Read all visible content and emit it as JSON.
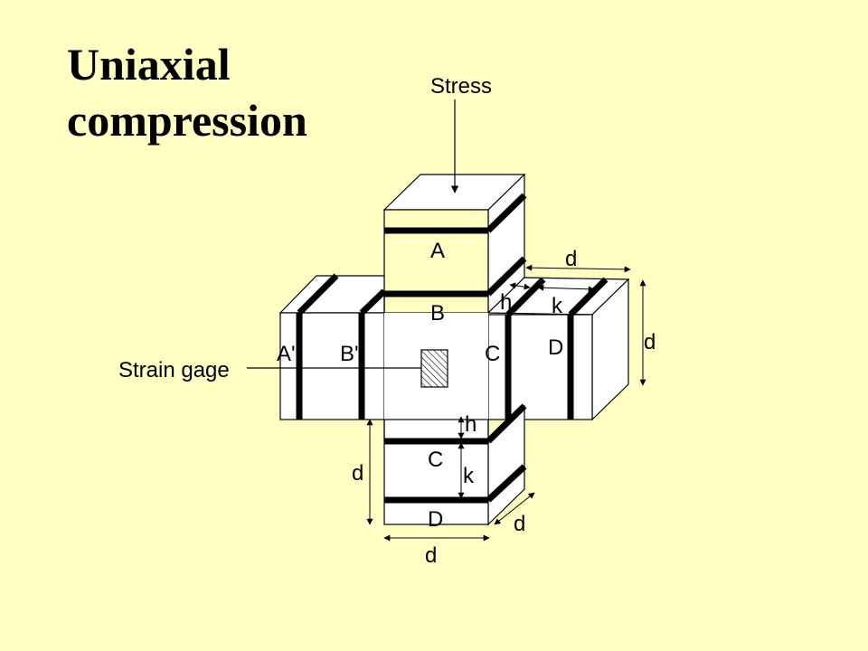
{
  "title": {
    "line1": "Uniaxial",
    "line2": "compression"
  },
  "labels": {
    "stress": "Stress",
    "strain_gage": "Strain gage",
    "top_a": "A",
    "top_b": "B",
    "left_a": "A'",
    "left_b": "B'",
    "right_c": "C",
    "right_d": "D",
    "bottom_c": "C",
    "bottom_d": "D",
    "h_top": "h",
    "k_top": "k",
    "d_top": "d",
    "d_right": "d",
    "h_bottom": "h",
    "k_bottom": "k",
    "d_left": "d",
    "d_bottom": "d",
    "d_bottom_depth": "d"
  }
}
